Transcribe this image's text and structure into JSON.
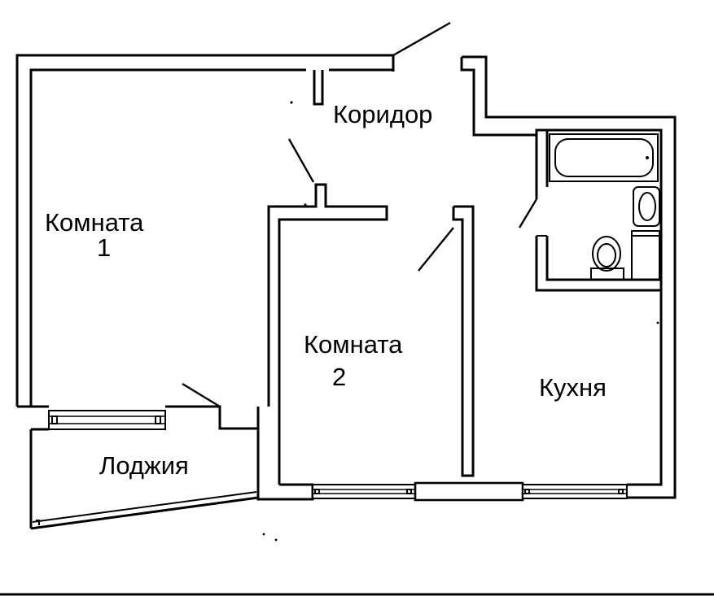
{
  "plan": {
    "rooms": [
      {
        "id": "corridor",
        "name": "Коридор"
      },
      {
        "id": "room1",
        "name": "Комната",
        "number": "1"
      },
      {
        "id": "room2",
        "name": "Комната",
        "number": "2"
      },
      {
        "id": "kitchen",
        "name": "Кухня"
      },
      {
        "id": "loggia",
        "name": "Лоджия"
      }
    ],
    "fixtures": [
      "bathtub",
      "sink",
      "toilet",
      "washing-machine"
    ]
  }
}
